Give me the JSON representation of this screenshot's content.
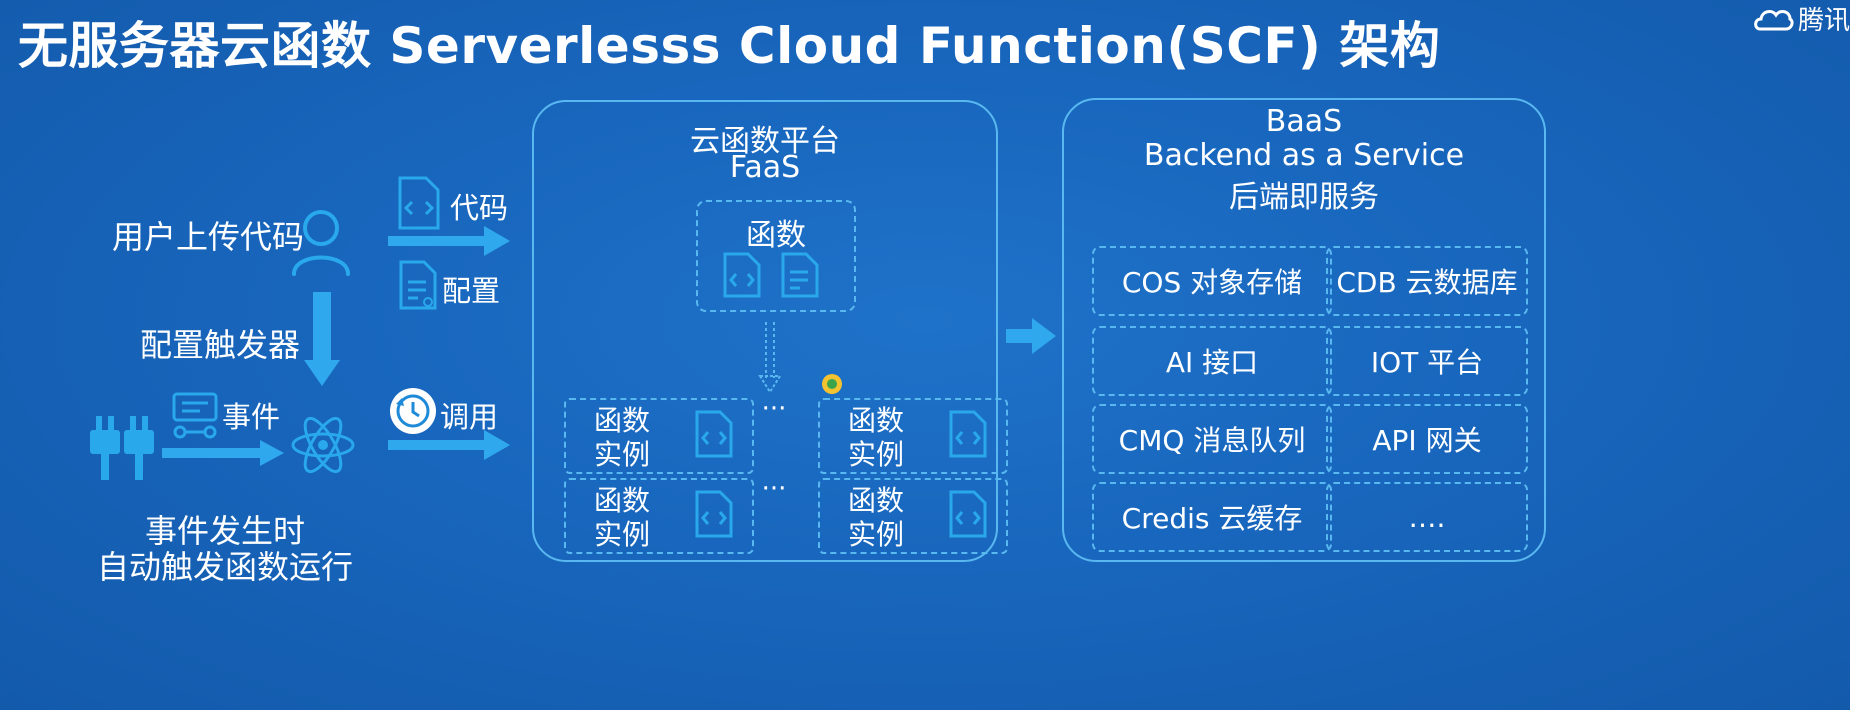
{
  "title": "无服务器云函数 Serverlesss Cloud Function(SCF) 架构",
  "logo": {
    "text": "腾讯"
  },
  "left": {
    "upload_label": "用户上传代码",
    "config_trigger_label": "配置触发器",
    "event_label": "事件",
    "event_desc_line1": "事件发生时",
    "event_desc_line2": "自动触发函数运行",
    "code_label": "代码",
    "config_label": "配置",
    "invoke_label": "调用"
  },
  "faas": {
    "title_line1": "云函数平台",
    "title_line2": "FaaS",
    "function_label": "函数",
    "instance_label_line1": "函数",
    "instance_label_line2": "实例",
    "ellipsis": "···"
  },
  "baas": {
    "title_line1": "BaaS",
    "title_line2": "Backend as a Service",
    "title_line3": "后端即服务",
    "services": [
      "COS 对象存储",
      "CDB 云数据库",
      "AI 接口",
      "IOT 平台",
      "CMQ 消息队列",
      "API 网关",
      "Credis 云缓存",
      "…."
    ]
  },
  "colors": {
    "background": "#1866bd",
    "accent": "#5ab8f0",
    "icon": "#29a8ec",
    "text": "#ffffff"
  }
}
